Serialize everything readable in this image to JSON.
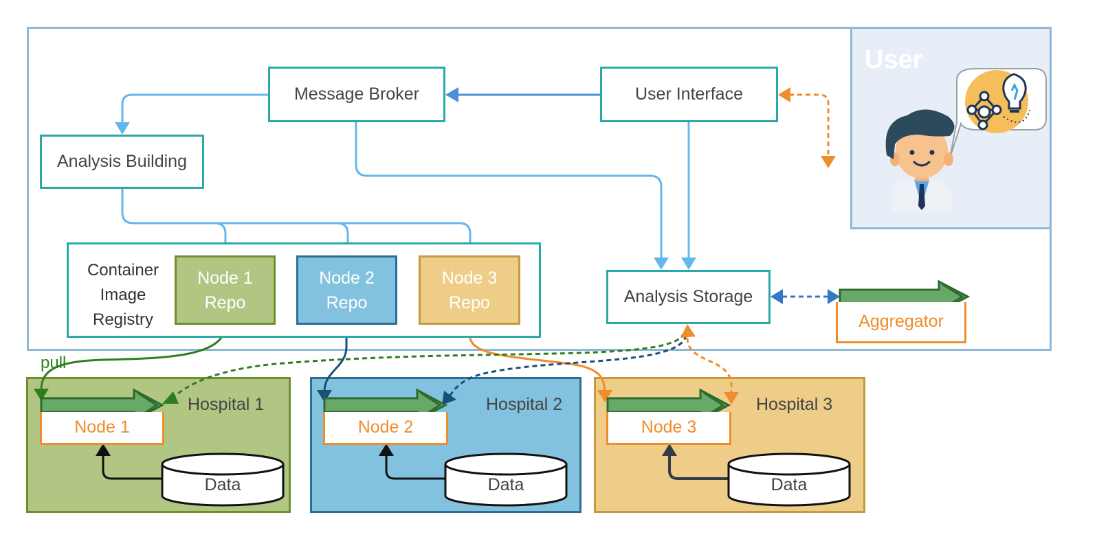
{
  "user_panel": {
    "title": "User"
  },
  "central": {
    "message_broker": "Message Broker",
    "user_interface": "User Interface",
    "analysis_building": "Analysis Building",
    "analysis_storage": "Analysis Storage",
    "registry": {
      "label_lines": [
        "Container",
        "Image",
        "Registry"
      ],
      "repos": [
        {
          "line1": "Node 1",
          "line2": "Repo"
        },
        {
          "line1": "Node 2",
          "line2": "Repo"
        },
        {
          "line1": "Node 3",
          "line2": "Repo"
        }
      ]
    },
    "aggregator": "Aggregator"
  },
  "pull_label": "pull",
  "hospitals": [
    {
      "title": "Hospital 1",
      "node": "Node 1",
      "data": "Data"
    },
    {
      "title": "Hospital 2",
      "node": "Node 2",
      "data": "Data"
    },
    {
      "title": "Hospital 3",
      "node": "Node 3",
      "data": "Data"
    }
  ],
  "colors": {
    "teal": "#2ba9a8",
    "light_blue_arrow": "#64b7ea",
    "orange": "#f08c2c",
    "green": "#2e7d1e",
    "dark_blue": "#1b4f7a",
    "hospital1_bg": "#b2c684",
    "hospital2_bg": "#83c2df",
    "hospital3_bg": "#eecd88"
  }
}
